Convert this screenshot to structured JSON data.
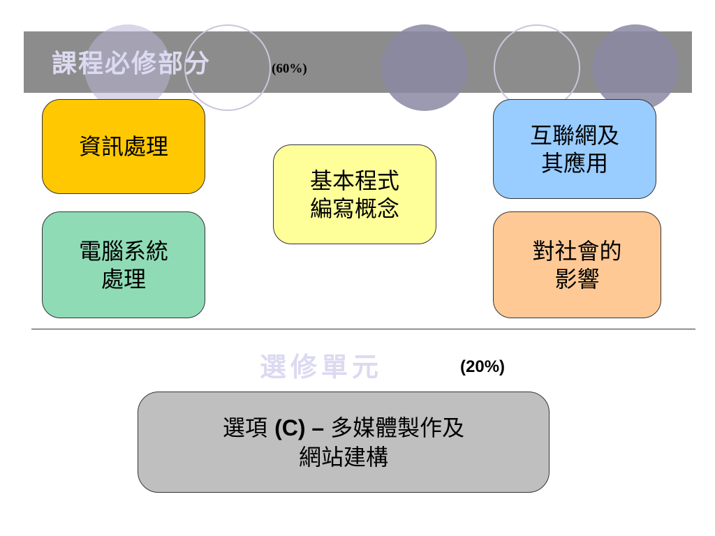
{
  "header": {
    "title": "課程必修部分",
    "percent": "(60%)"
  },
  "core_units": [
    {
      "label": "資訊處理",
      "color": "#ffc800"
    },
    {
      "label": "電腦系統\n處理",
      "color": "#8fdbb6"
    },
    {
      "label": "基本程式\n編寫概念",
      "color": "#ffff99"
    },
    {
      "label": "互聯網及\n其應用",
      "color": "#99ccff"
    },
    {
      "label": "對社會的\n影響",
      "color": "#ffc996"
    }
  ],
  "elective": {
    "title": "選修單元",
    "percent": "(20%)",
    "option_prefix": "選項 ",
    "option_code": "(C)",
    "option_dash": " – ",
    "option_line1_rest": "多媒體製作及",
    "option_line2": "網站建構",
    "color": "#bfbfbf"
  }
}
